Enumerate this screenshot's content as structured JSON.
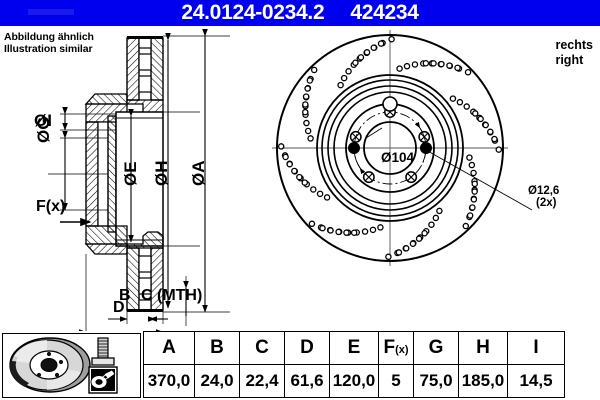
{
  "header": {
    "part_number": "24.0124-0234.2",
    "article_number": "424234",
    "bg_color": "#0000ee",
    "text_color": "#ffffff"
  },
  "notes": {
    "illustration_de": "Abbildung ähnlich",
    "illustration_en": "Illustration similar"
  },
  "side_marker": {
    "de": "rechts",
    "en": "right"
  },
  "drawing": {
    "section_labels": {
      "inner_small_dia": "ØI",
      "hub_bore_dia": "ØG",
      "force_arrow": "F(x)",
      "bell_dia": "ØE",
      "inner_disc_dia": "ØH",
      "outer_dia": "ØA",
      "thickness_b": "B",
      "min_thickness_c": "C (MTH)",
      "overall_depth_d": "D"
    },
    "face_labels": {
      "bolt_circle": "Ø104",
      "hole_dia": "Ø12,6",
      "hole_count": "(2x)"
    },
    "icons": {
      "disc_photo": "brake-disc-photo-icon",
      "bolt": "bolt-icon",
      "coating": "coating-spray-icon"
    }
  },
  "table": {
    "headers": [
      "A",
      "B",
      "C",
      "D",
      "E",
      "F(x)",
      "G",
      "H",
      "I"
    ],
    "header_sub": [
      null,
      null,
      null,
      null,
      null,
      "(x)",
      null,
      null,
      null
    ],
    "values": [
      "370,0",
      "24,0",
      "22,4",
      "61,6",
      "120,0",
      "5",
      "75,0",
      "185,0",
      "14,5"
    ]
  }
}
